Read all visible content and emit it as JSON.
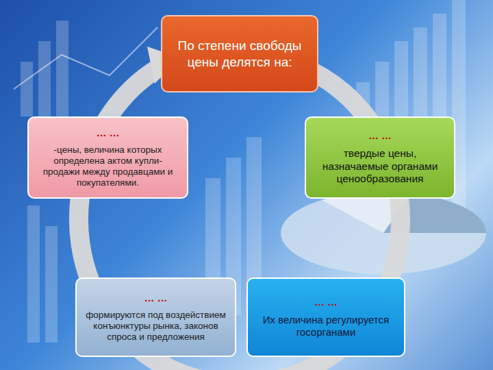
{
  "diagram": {
    "nodes": [
      {
        "text": [
          "По степени свободы цены делятся на:"
        ]
      },
      {
        "text": [
          "… …",
          "-цены, величина которых определена актом купли-продажи между продавцами и покупателями."
        ]
      },
      {
        "text": [
          "… …",
          "твердые цены, назначаемые органами ценообразования"
        ]
      },
      {
        "text": [
          "… …",
          "формируются под воздействием конъюнктуры рынка, законов спроса и предложения"
        ]
      },
      {
        "text": [
          "… …",
          "Их величина регулируется госорганами"
        ]
      }
    ]
  }
}
